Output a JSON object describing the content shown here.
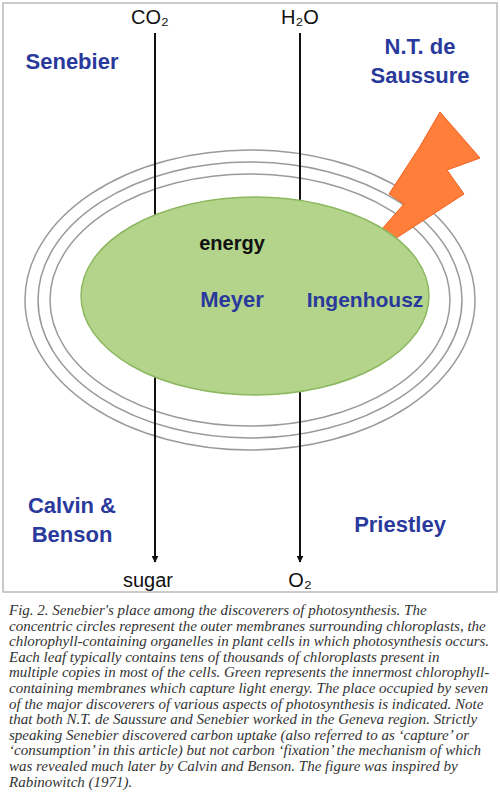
{
  "diagram": {
    "caption": "Fig. 2. Senebier's place among the discoverers of photosynthesis. The concentric circles represent the outer membranes surrounding chloroplasts, the chlorophyll-containing organelles in plant cells in which photosynthesis occurs. Each leaf typically contains tens of thousands of chloroplasts present in multiple copies in most of the cells. Green represents the innermost chlorophyll-containing membranes which capture light energy. The place occupied by seven of the major discoverers of various aspects of photosynthesis is indicated. Note that both N.T. de Saussure and Senebier worked in the Geneva region. Strictly speaking Senebier discovered carbon uptake (also referred to as ‘capture’ or ‘consumption’ in this article) but not carbon ‘fixation’ the mechanism of which was revealed much later by Calvin and Benson. The figure was inspired by Rabinowitch (1971).",
    "nodes": [
      {
        "text": [
          "energy",
          "Meyer",
          "Ingenhousz"
        ]
      }
    ],
    "labels": [
      "CO₂",
      "H₂O",
      "Senebier",
      "N.T. de Saussure",
      "Calvin & Benson",
      "Priestley",
      "sugar",
      "O₂"
    ]
  }
}
